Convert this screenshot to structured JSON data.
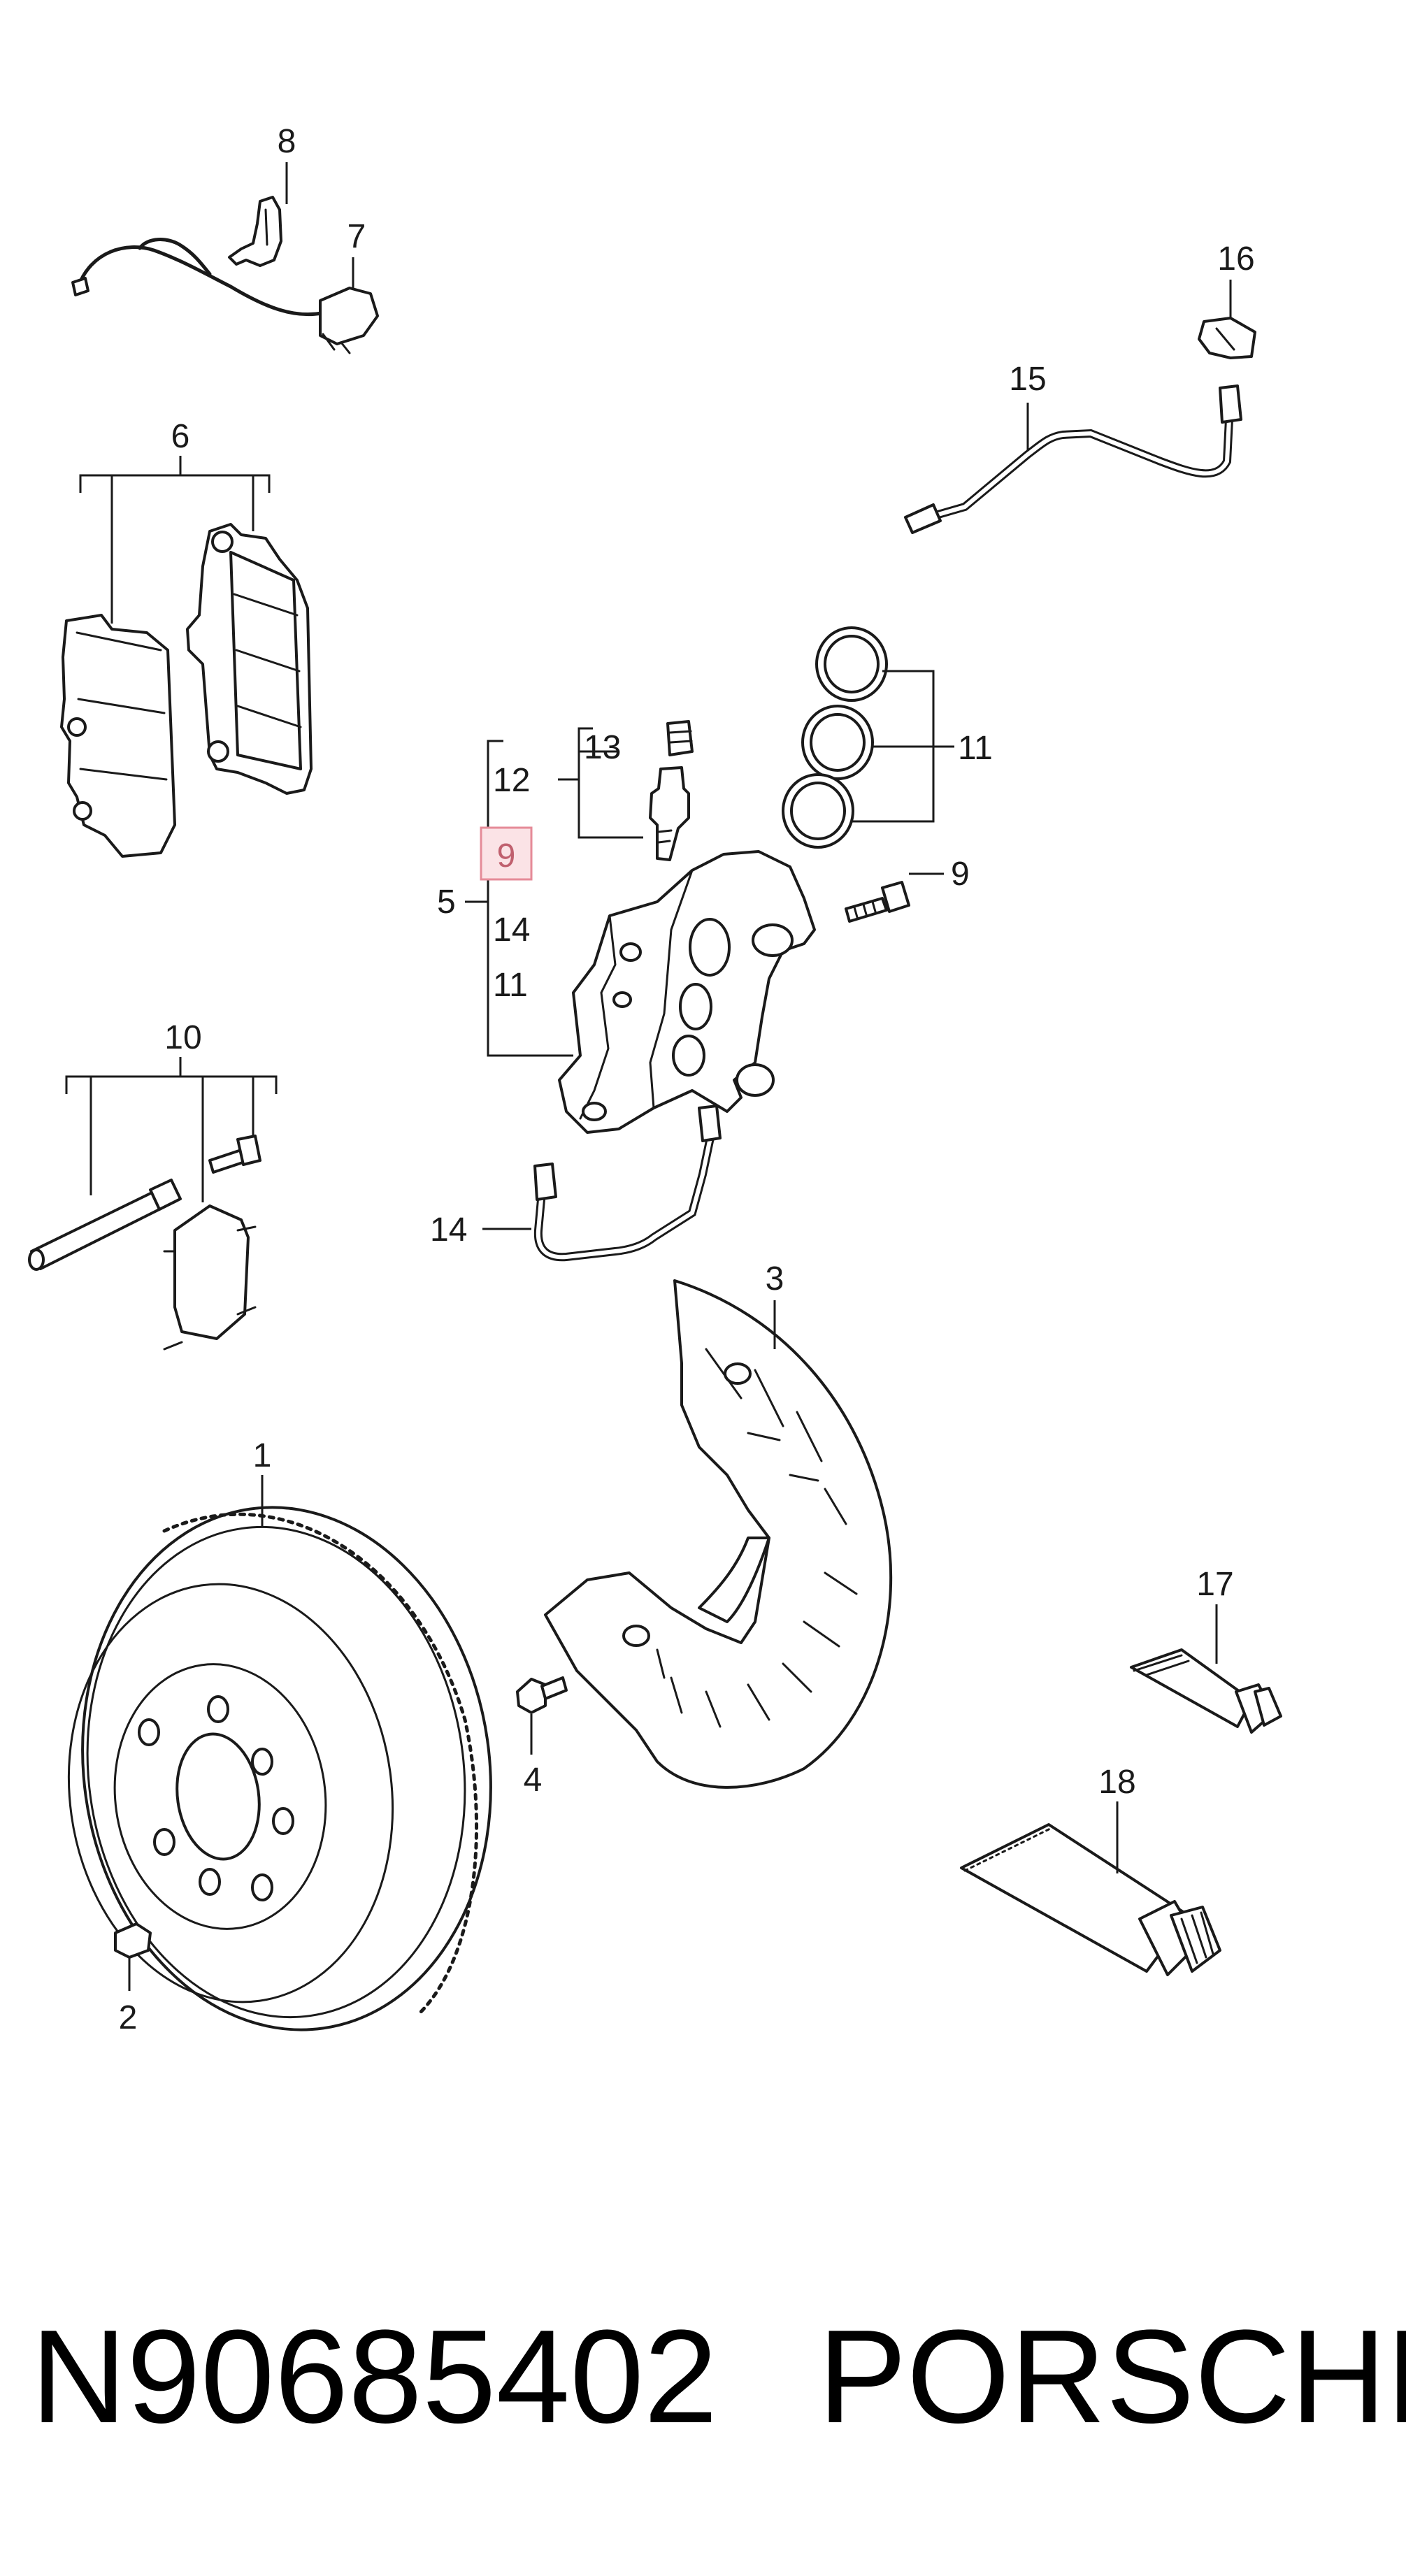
{
  "callouts": {
    "c1": "1",
    "c2": "2",
    "c3": "3",
    "c4": "4",
    "c5": "5",
    "c6": "6",
    "c7": "7",
    "c8": "8",
    "c9_caliper": "9",
    "c9_group": "9",
    "c10": "10",
    "c11_group": "11",
    "c11_rings": "11",
    "c12": "12",
    "c13": "13",
    "c14_group": "14",
    "c14_line": "14",
    "c15": "15",
    "c16": "16",
    "c17": "17",
    "c18": "18"
  },
  "highlighted_callout": "9",
  "footer": {
    "part_number": "N90685402",
    "brand": "PORSCHE"
  },
  "colors": {
    "line": "#1a1a1a",
    "highlight_fill": "#fbe3e6",
    "highlight_stroke": "#e58b98",
    "highlight_text": "#c0606e"
  }
}
